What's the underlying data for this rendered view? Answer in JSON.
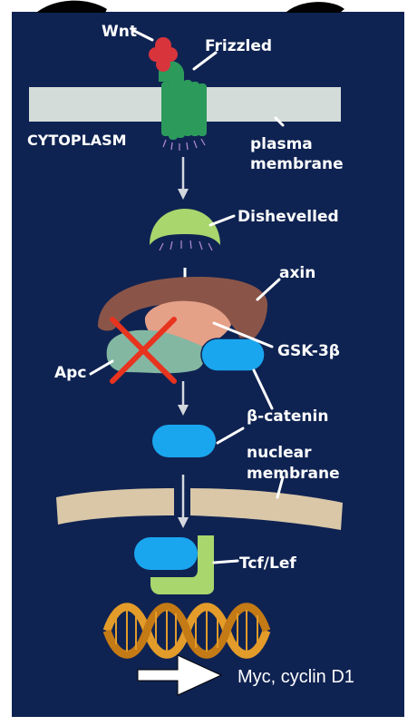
{
  "labels": {
    "wnt": "Wnt",
    "frizzled": "Frizzled",
    "cytoplasm": "CYTOPLASM",
    "plasma_membrane_1": "plasma",
    "plasma_membrane_2": "membrane",
    "dishevelled": "Dishevelled",
    "axin": "axin",
    "gsk3b": "GSK-3β",
    "apc": "Apc",
    "beta_catenin": "β-catenin",
    "nuclear_membrane_1": "nuclear",
    "nuclear_membrane_2": "membrane",
    "tcf_lef": "Tcf/Lef",
    "output_genes": "Myc, cyclin D1"
  },
  "colors": {
    "panel_background": "#0f2352",
    "page_background": "#ffffff",
    "plasma_membrane": "#d3dcd9",
    "frizzled": "#2c9a5b",
    "wnt": "#d8343c",
    "dishevelled": "#a9d66d",
    "axin": "#8a5548",
    "gsk3b": "#e5a088",
    "apc": "#83b7a2",
    "beta_catenin": "#1aa6ef",
    "nuclear_membrane": "#d9c7a8",
    "tcf_lef": "#a9d66d",
    "dna": "#e39c2a",
    "inhibition_cross": "#e8331f"
  }
}
